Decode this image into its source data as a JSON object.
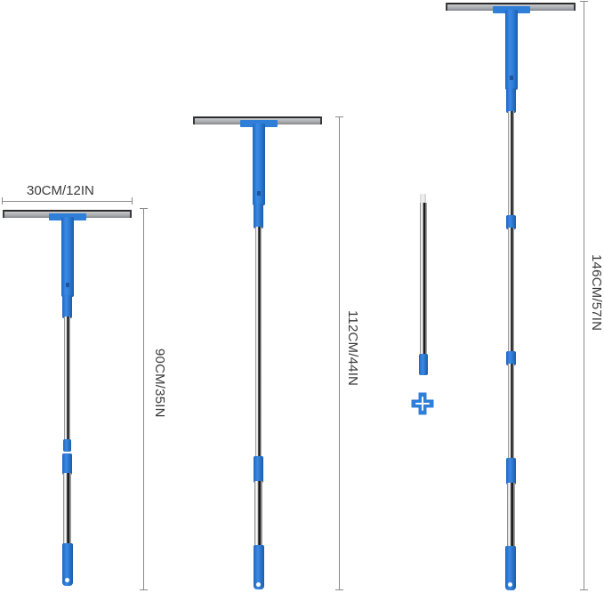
{
  "image": {
    "description": "Telescopic window squeegee shown in three lengths plus an extension pole",
    "colors": {
      "accent_blue": "#2f7fd8",
      "blade_grey": "#9fa2a6",
      "dimension_line": "#8a8a8a",
      "label_text": "#3a3a3a",
      "background": "#ffffff"
    }
  },
  "dimensions": {
    "blade_width": "30CM/12IN",
    "short_length": "90CM/35IN",
    "medium_length": "112CM/44IN",
    "long_length": "146CM/57IN"
  },
  "icons": {
    "plus": "plus-icon"
  }
}
